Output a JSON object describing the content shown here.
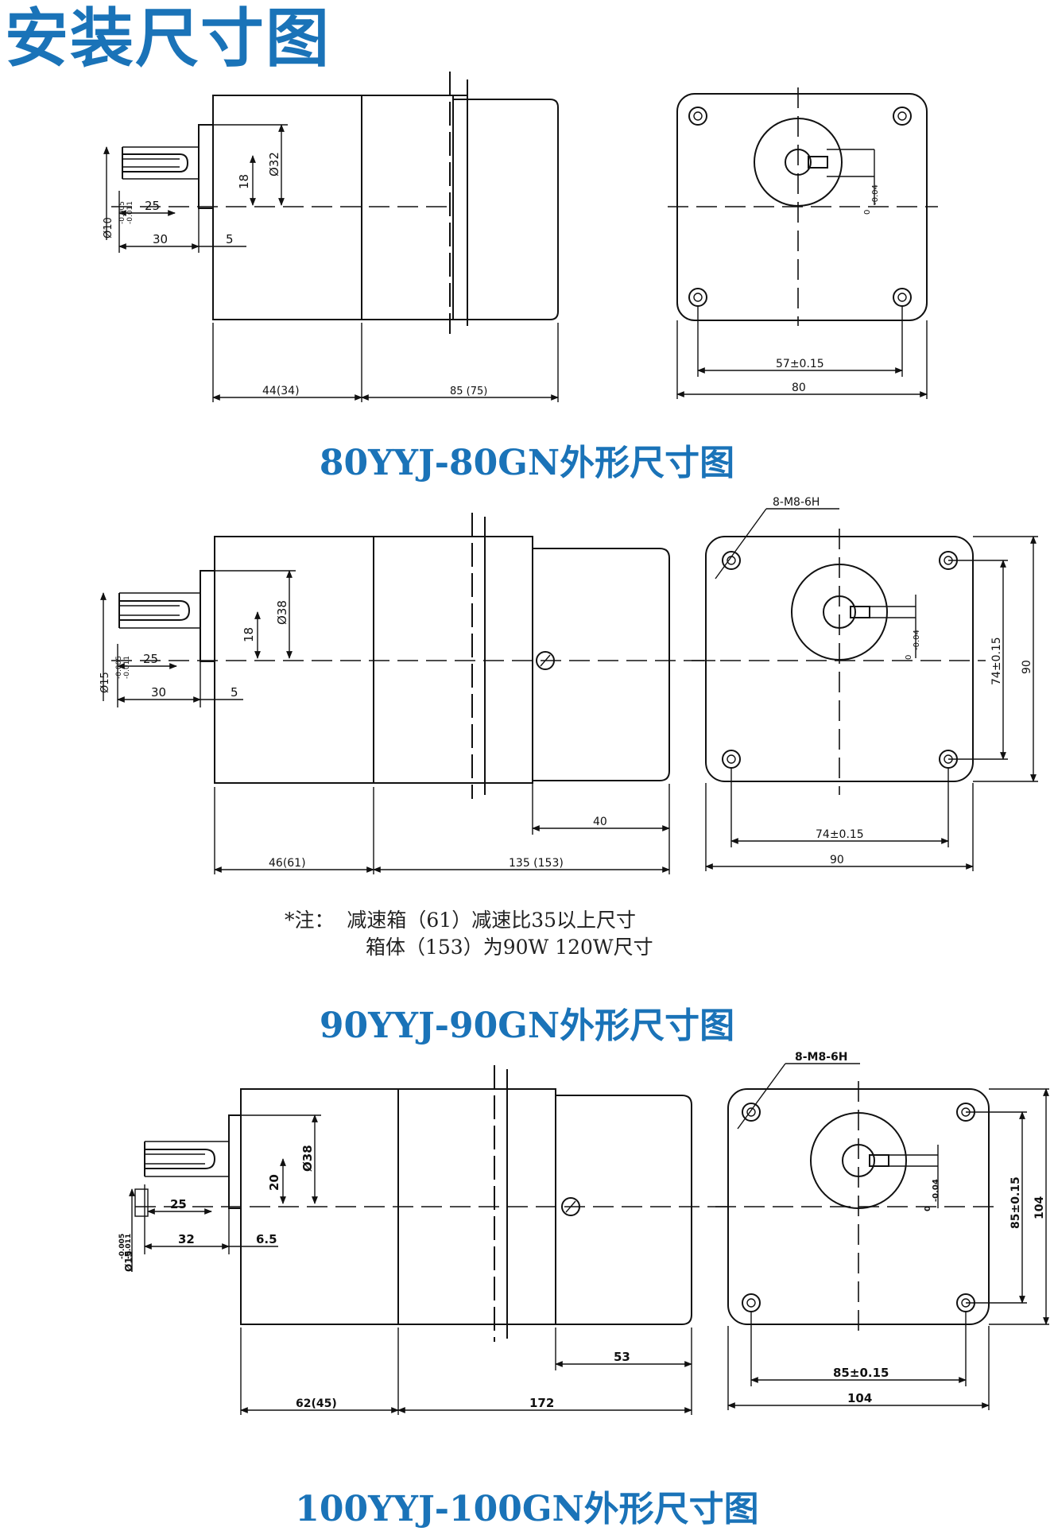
{
  "page_title": "安装尺寸图",
  "motors": [
    {
      "caption": "80YYJ-80GN外形尺寸图",
      "dims": {
        "shaft_dia": "Ø10",
        "shaft_tol_up": "-0.005",
        "shaft_tol_low": "-0.011",
        "key_len": "25",
        "shaft_len": "30",
        "shoulder": "5",
        "key_height": "18",
        "boss_dia": "Ø32",
        "body_len": "44(34)",
        "gear_len": "85 (75)",
        "key_tol_up": "0",
        "key_tol_low": "-0.04",
        "hole_spacing": "57±0.15",
        "flange_size": "80"
      }
    },
    {
      "caption": "90YYJ-90GN外形尺寸图",
      "dims": {
        "thread_label": "8-M8-6H",
        "shaft_dia": "Ø15",
        "shaft_tol_up": "-0.005",
        "shaft_tol_low": "-0.011",
        "key_len": "25",
        "shaft_len": "30",
        "shoulder": "5",
        "key_height": "18",
        "boss_dia": "Ø38",
        "cap_len": "40",
        "body_len": "46(61)",
        "gear_len": "135 (153)",
        "key_tol_up": "0",
        "key_tol_low": "-0.04",
        "hole_spacing_v": "74±0.15",
        "flange_height": "90",
        "hole_spacing_h": "74±0.15",
        "flange_width": "90"
      },
      "note_line1": "*注：  减速箱（61）减速比35以上尺寸",
      "note_line2": "箱体（153）为90W 120W尺寸"
    },
    {
      "caption": "100YYJ-100GN外形尺寸图",
      "dims": {
        "thread_label": "8-M8-6H",
        "shaft_dia": "Ø15",
        "shaft_tol_up": "-0.005",
        "shaft_tol_low": "-0.011",
        "key_len": "25",
        "shaft_len": "32",
        "shoulder": "6.5",
        "key_height": "20",
        "boss_dia": "Ø38",
        "cap_len": "53",
        "body_len": "62(45)",
        "gear_len": "172",
        "key_tol_up": "0",
        "key_tol_low": "-0.04",
        "hole_spacing_v": "85±0.15",
        "flange_height": "104",
        "hole_spacing_h": "85±0.15",
        "flange_width": "104"
      }
    }
  ]
}
